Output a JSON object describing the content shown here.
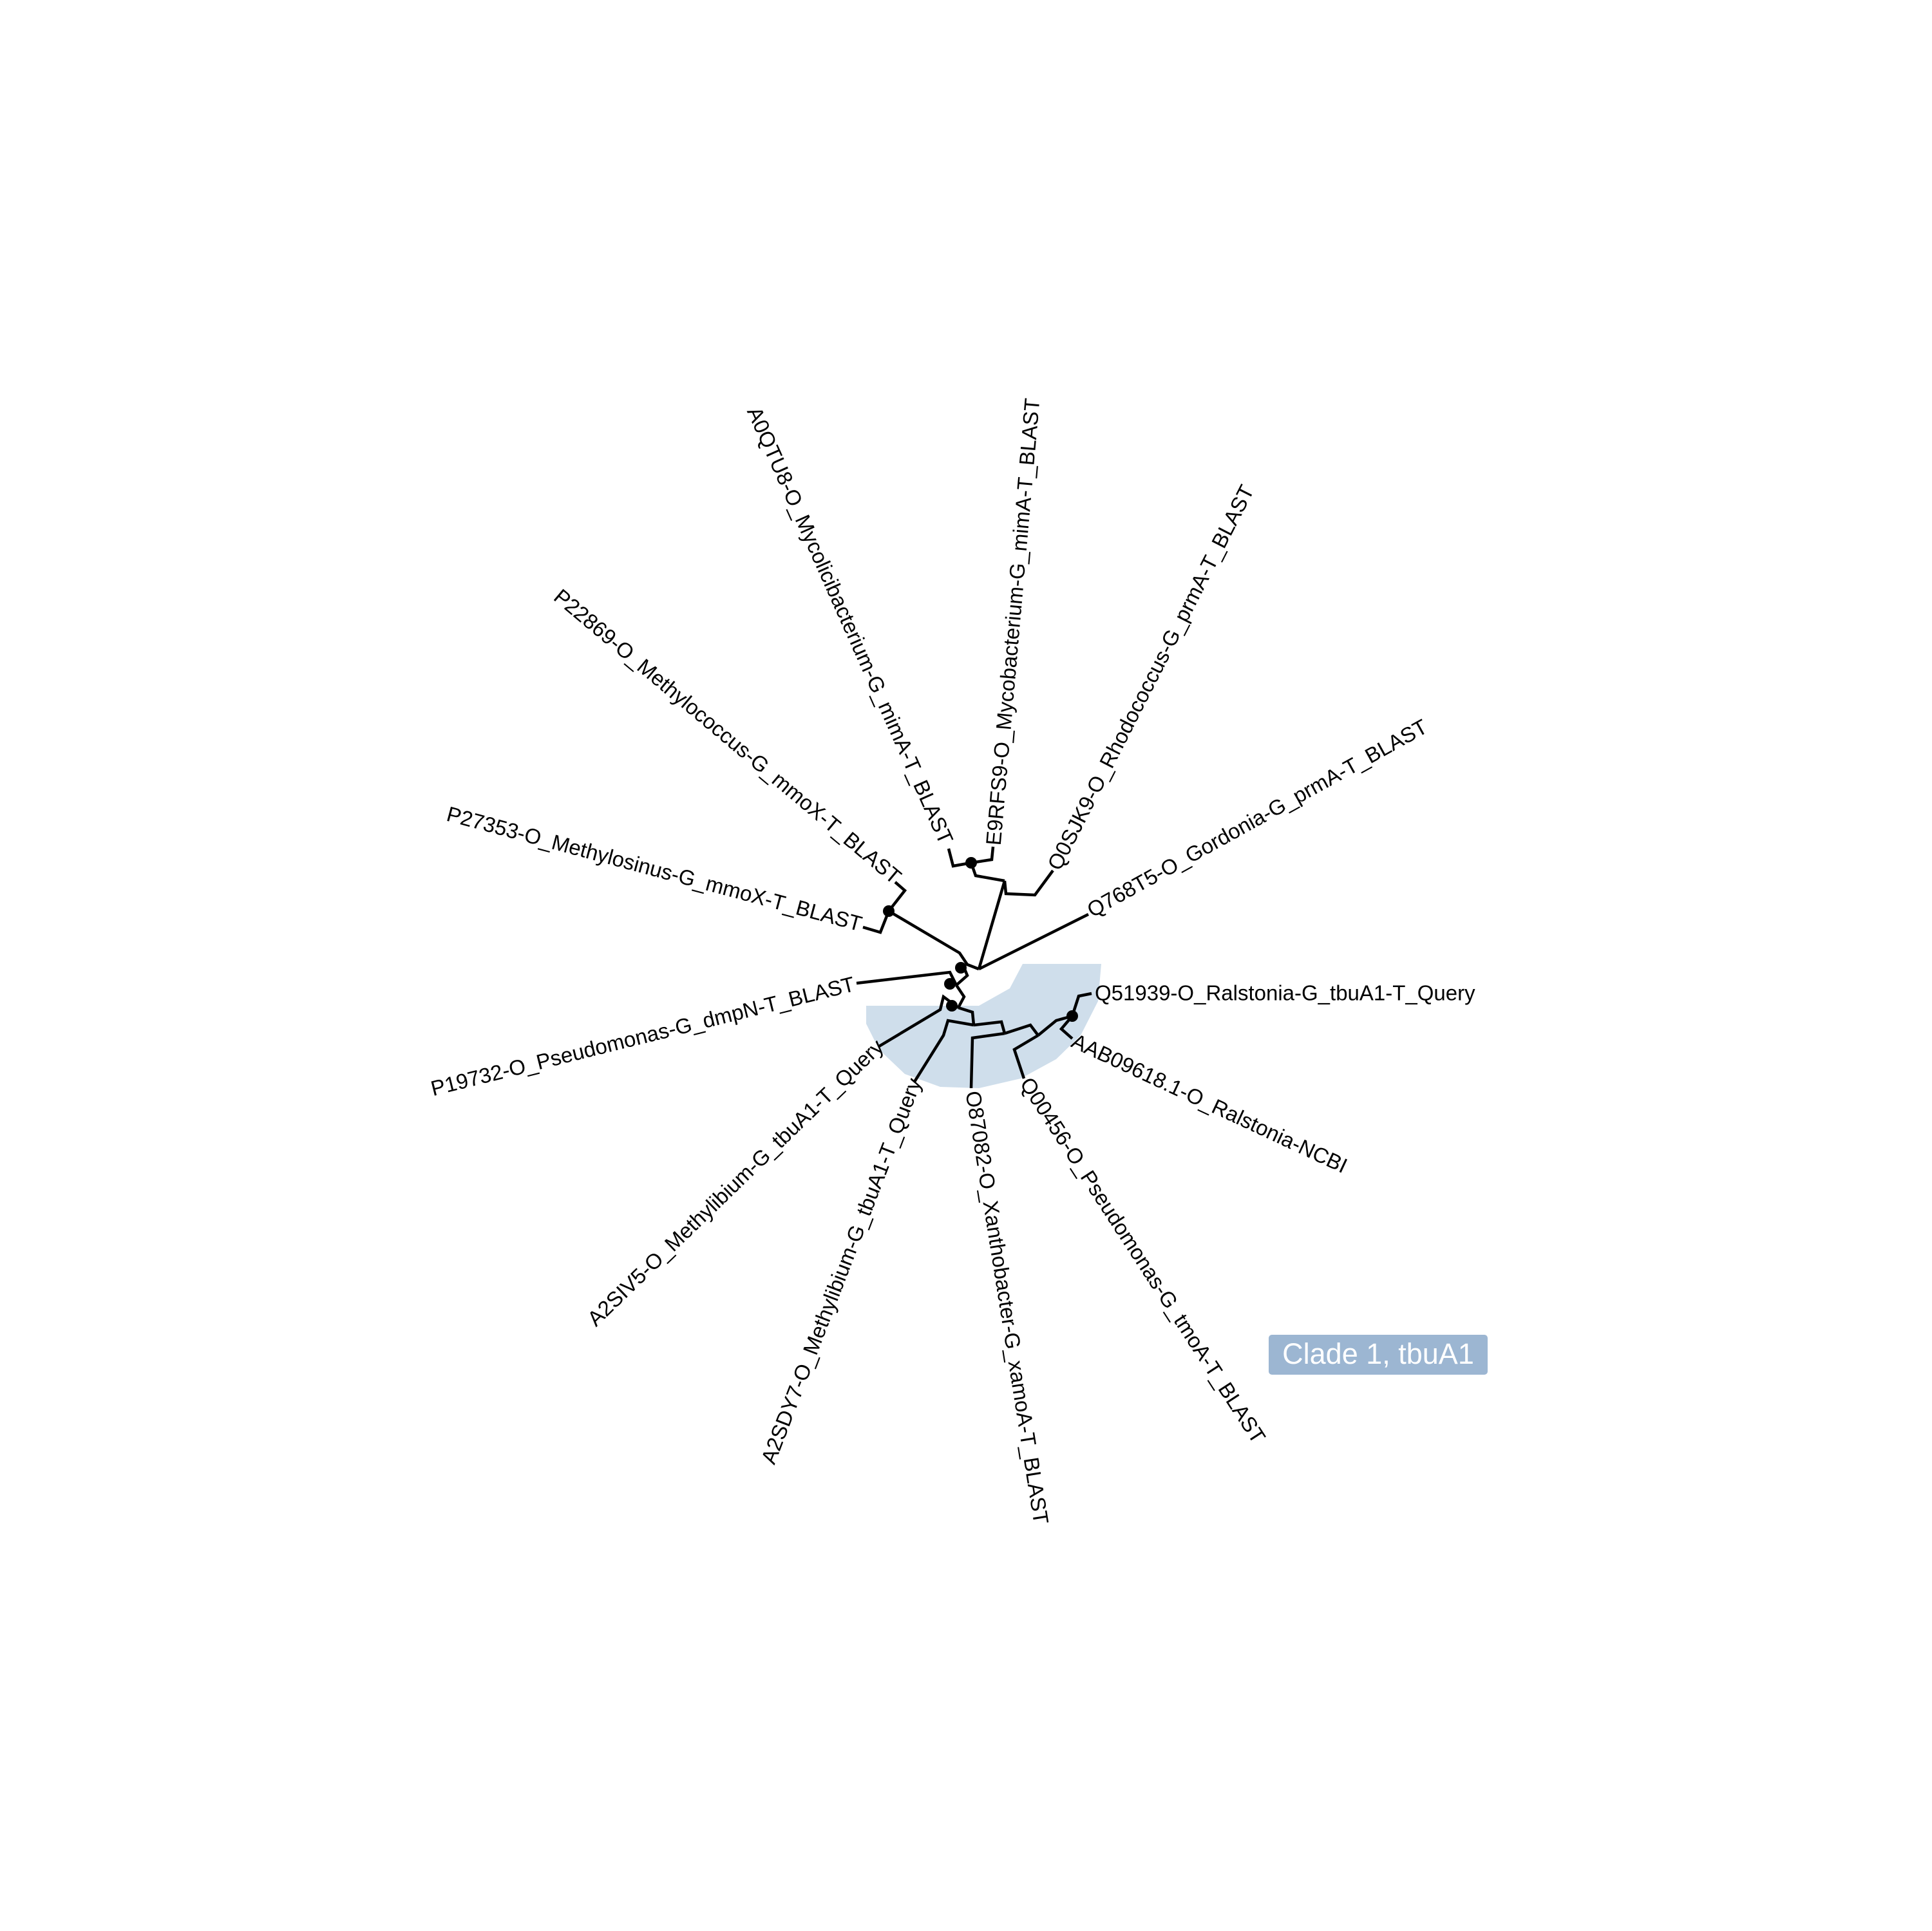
{
  "tree": {
    "tips": [
      {
        "id": "A0QTU8",
        "label": "A0QTU8-O_Mycolicibacterium-G_mimA-T_BLAST"
      },
      {
        "id": "E9RFS9",
        "label": "E9RFS9-O_Mycobacterium-G_mimA-T_BLAST"
      },
      {
        "id": "Q0SJK9",
        "label": "Q0SJK9-O_Rhodococcus-G_prmA-T_BLAST"
      },
      {
        "id": "Q768T5",
        "label": "Q768T5-O_Gordonia-G_prmA-T_BLAST"
      },
      {
        "id": "Q51939",
        "label": "Q51939-O_Ralstonia-G_tbuA1-T_Query"
      },
      {
        "id": "AAB09618",
        "label": "AAB09618.1-O_Ralstonia-NCBI"
      },
      {
        "id": "Q00456",
        "label": "Q00456-O_Pseudomonas-G_tmoA-T_BLAST"
      },
      {
        "id": "O87082",
        "label": "O87082-O_Xanthobacter-G_xamoA-T_BLAST"
      },
      {
        "id": "A2SDY7",
        "label": "A2SDY7-O_Methylibium-G_tbuA1-T_Query"
      },
      {
        "id": "A2SIV5",
        "label": "A2SIV5-O_Methylibium-G_tbuA1-T_Query"
      },
      {
        "id": "P19732",
        "label": "P19732-O_Pseudomonas-G_dmpN-T_BLAST"
      },
      {
        "id": "P27353",
        "label": "P27353-O_Methylosinus-G_mmoX-T_BLAST"
      },
      {
        "id": "P22869",
        "label": "P22869-O_Methylococcus-G_mmoX-T_BLAST"
      }
    ],
    "clade": {
      "label": "Clade 1, tbuA1",
      "color": "#9cb6d2",
      "highlight_color": "#cfdeeb"
    }
  }
}
